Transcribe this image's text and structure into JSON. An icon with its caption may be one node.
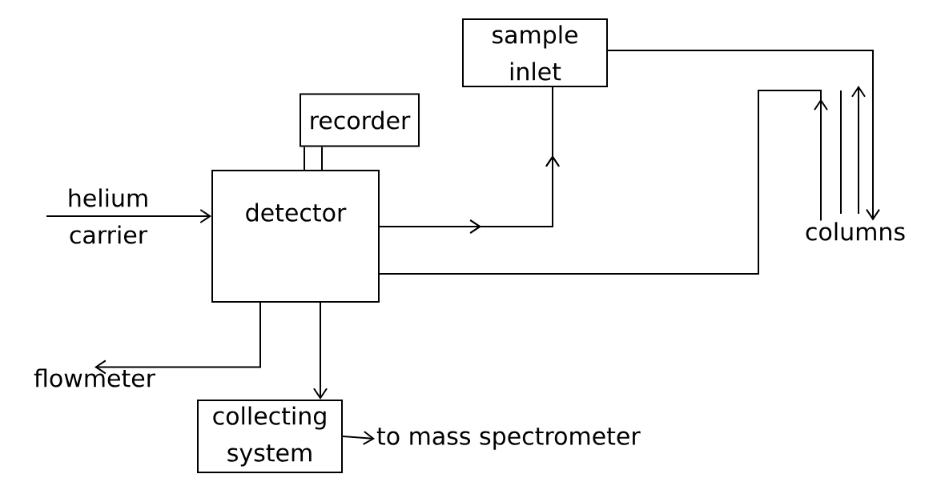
{
  "diagram": {
    "nodes": [
      {
        "text": [
          "sample inlet"
        ]
      },
      {
        "text": [
          "recorder"
        ]
      },
      {
        "text": [
          "helium carrier"
        ]
      },
      {
        "text": [
          "detector"
        ]
      },
      {
        "text": [
          "columns"
        ]
      },
      {
        "text": [
          "flowmeter"
        ]
      },
      {
        "text": [
          "collecting system"
        ]
      },
      {
        "text": [
          "to mass spectrometer"
        ]
      }
    ],
    "edges": [
      {
        "from": 2,
        "to": 3,
        "arrow": "to"
      },
      {
        "from": 1,
        "to": 3,
        "arrow": "none"
      },
      {
        "from": 3,
        "to": 0,
        "arrow": "to"
      },
      {
        "from": 0,
        "to": 4,
        "arrow": "to"
      },
      {
        "from": 4,
        "to": 3,
        "arrow": "to"
      },
      {
        "from": 3,
        "to": 5,
        "arrow": "to"
      },
      {
        "from": 3,
        "to": 6,
        "arrow": "to"
      },
      {
        "from": 6,
        "to": 7,
        "arrow": "to"
      }
    ]
  }
}
